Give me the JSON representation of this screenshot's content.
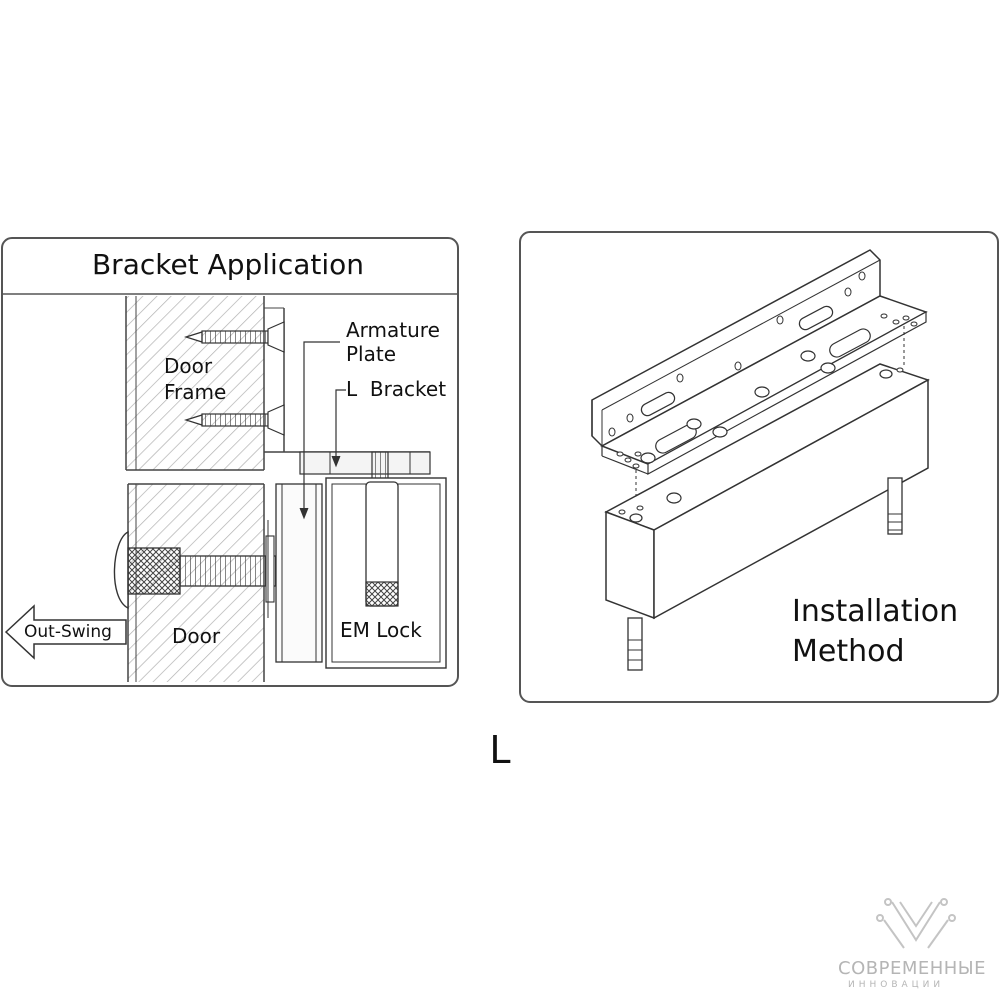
{
  "left_panel": {
    "title": "Bracket Application",
    "labels": {
      "door_frame": [
        "Door",
        "Frame"
      ],
      "armature_plate": [
        "Armature",
        "Plate"
      ],
      "l_bracket": "L  Bracket",
      "door": "Door",
      "em_lock": "EM Lock",
      "out_swing": "Out-Swing"
    }
  },
  "right_panel": {
    "label": [
      "Installation",
      "Method"
    ]
  },
  "caption": "L",
  "watermark": {
    "brand": "СОВРЕМЕННЫЕ",
    "sub": "ИННОВАЦИИ",
    "icon": "circuit-logo-icon"
  },
  "colors": {
    "line": "#333333",
    "panel_border": "#555555",
    "watermark": "#b5b5b5"
  }
}
